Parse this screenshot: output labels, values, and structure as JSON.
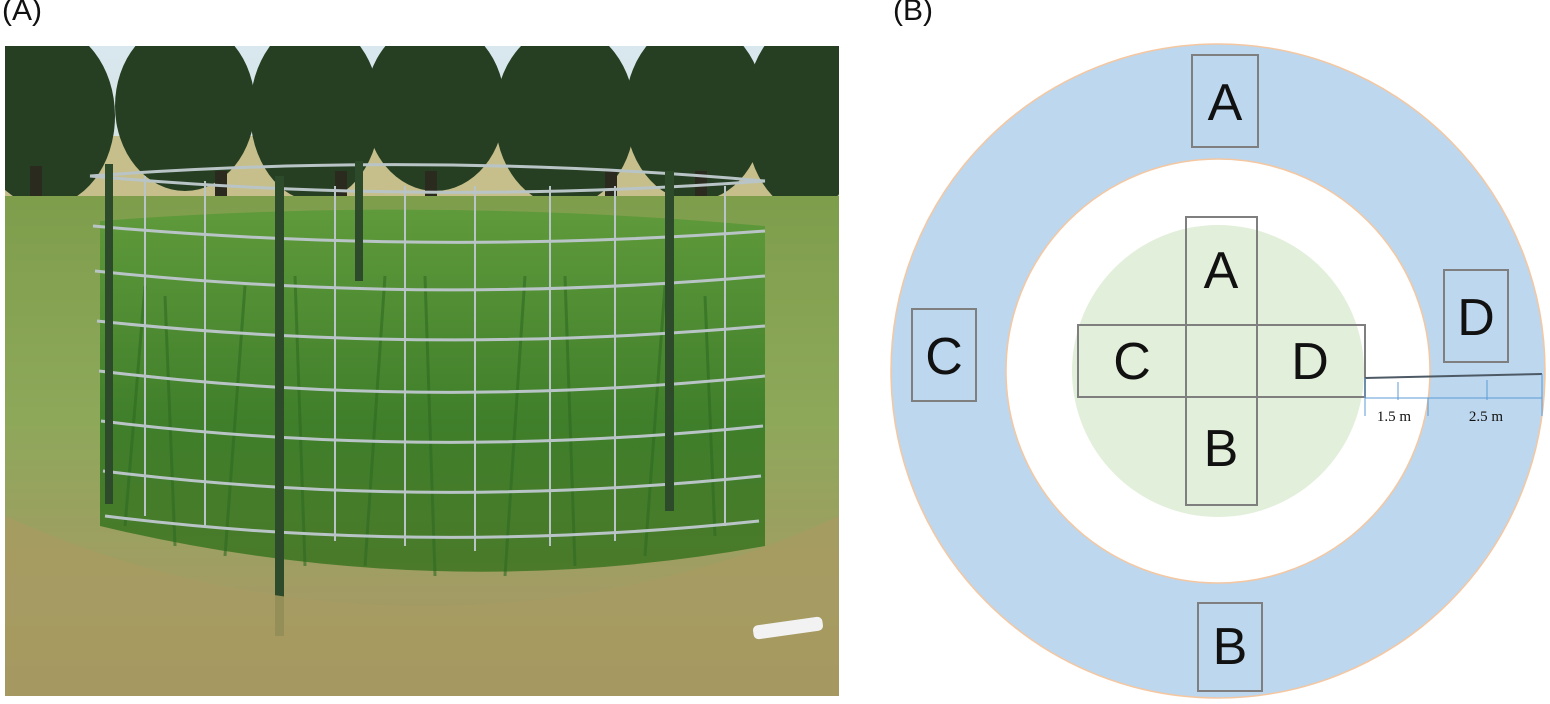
{
  "panels": {
    "left_label": "(A)",
    "right_label": "(B)"
  },
  "photo": {
    "description_icon": "fenced-grass-plot-photo"
  },
  "diagram": {
    "outer_boxes": {
      "top": "A",
      "bottom": "B",
      "left": "C",
      "right": "D"
    },
    "inner_boxes": {
      "top": "A",
      "bottom": "B",
      "left": "C",
      "right": "D"
    },
    "scale": {
      "inner": "1.5 m",
      "outer": "2.5 m"
    },
    "colors": {
      "outer_ring": "#bdd7ee",
      "inner_disc": "#e2efda",
      "ring_edge": "#f4c7a1",
      "box_stroke": "#7f7f7f"
    }
  }
}
